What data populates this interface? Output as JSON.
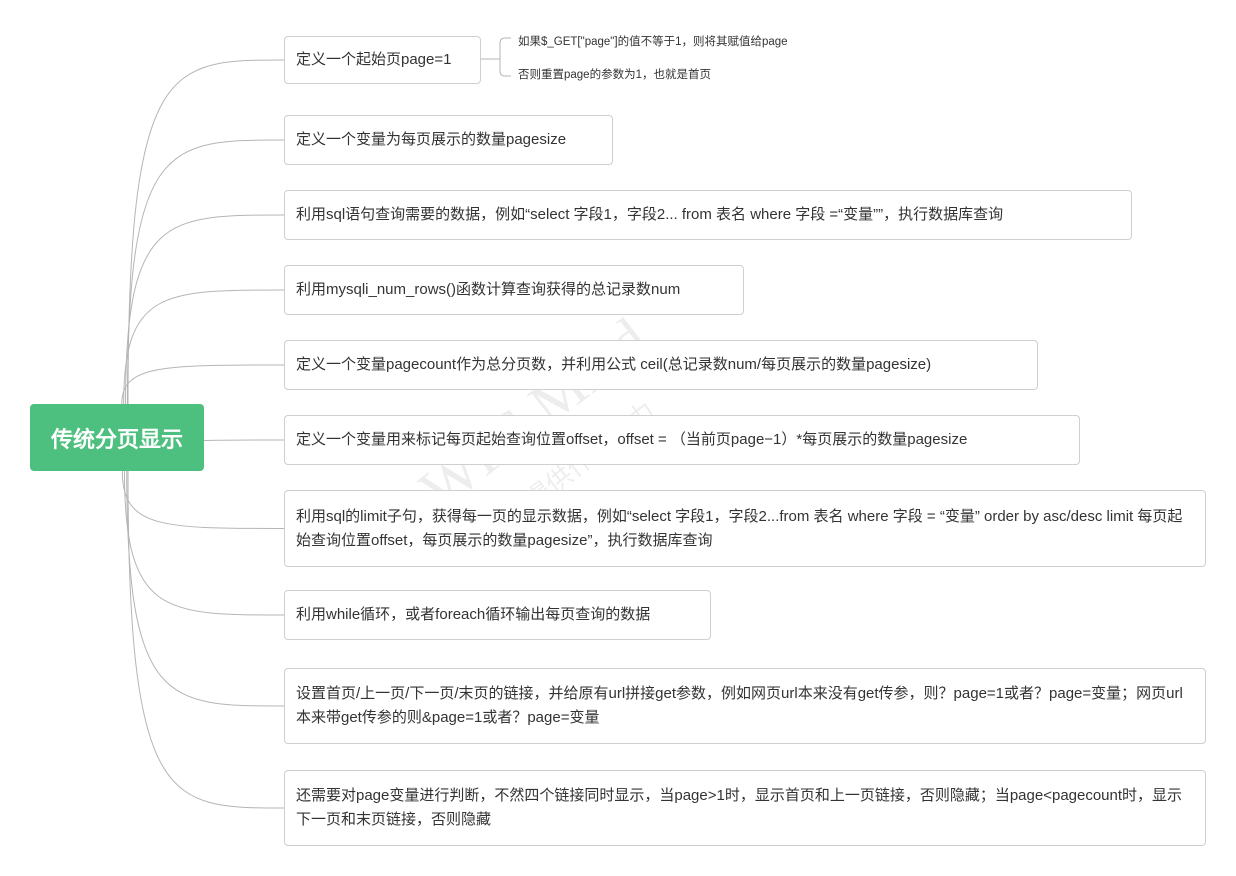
{
  "root": {
    "label": "传统分页显示",
    "color": "#4dbf7e"
  },
  "nodes": [
    {
      "label": "定义一个起始页page=1",
      "children": [
        "如果$_GET[\"page\"]的值不等于1，则将其赋值给page",
        "否则重置page的参数为1，也就是首页"
      ]
    },
    {
      "label": "定义一个变量为每页展示的数量pagesize"
    },
    {
      "label": "利用sql语句查询需要的数据，例如“select 字段1，字段2... from 表名 where 字段 =“变量””，执行数据库查询"
    },
    {
      "label": "利用mysqli_num_rows()函数计算查询获得的总记录数num"
    },
    {
      "label": "定义一个变量pagecount作为总分页数，并利用公式 ceil(总记录数num/每页展示的数量pagesize)"
    },
    {
      "label": "定义一个变量用来标记每页起始查询位置offset，offset = （当前页page−1）*每页展示的数量pagesize"
    },
    {
      "label": "利用sql的limit子句，获得每一页的显示数据，例如“select 字段1，字段2...from 表名 where 字段 = “变量” order by asc/desc limit 每页起始查询位置offset，每页展示的数量pagesize”，执行数据库查询"
    },
    {
      "label": "利用while循环，或者foreach循环输出每页查询的数据"
    },
    {
      "label": "设置首页/上一页/下一页/末页的链接，并给原有url拼接get参数，例如网页url本来没有get传参，则？page=1或者？page=变量；网页url本来带get传参的则&page=1或者？page=变量"
    },
    {
      "label": "还需要对page变量进行判断，不然四个链接同时显示，当page>1时，显示首页和上一页链接，否则隐藏；当page<pagecount时，显示下一页和末页链接，否则隐藏"
    }
  ],
  "watermark": {
    "main": "WPS Mind",
    "sub": "WPS仅提供作图能力"
  }
}
